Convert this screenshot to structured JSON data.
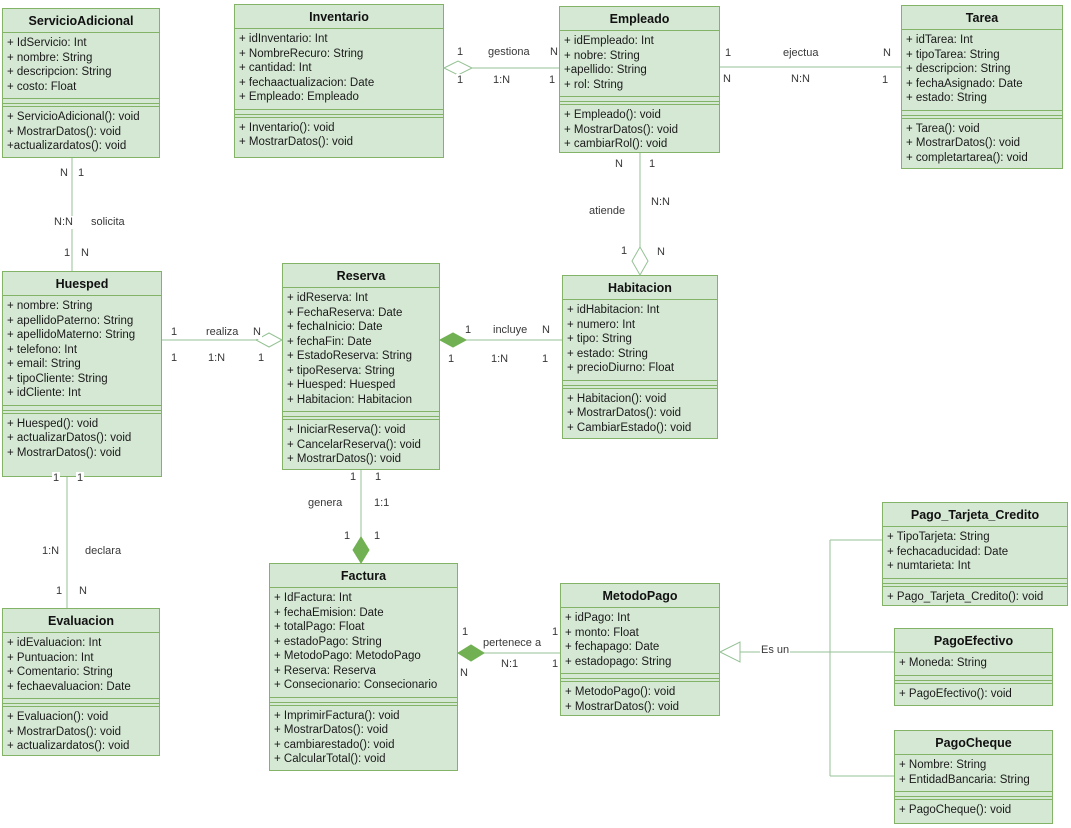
{
  "diagram_type": "uml-class-diagram",
  "colors": {
    "box_fill": "#d5e8d4",
    "box_stroke": "#82b366",
    "line": "#94c294",
    "composition_diamond_fill": "#71b153",
    "background": "#ffffff"
  },
  "classes": [
    {
      "name": "ServicioAdicional",
      "attributes": [
        "+ IdServicio: Int",
        "+ nombre: String",
        "+ descripcion: String",
        "+ costo: Float"
      ],
      "methods": [
        "+ ServicioAdicional(): void",
        "+ MostrarDatos(): void",
        "+actualizardatos(): void"
      ]
    },
    {
      "name": "Inventario",
      "attributes": [
        "+ idInventario: Int",
        "+ NombreRecuro: String",
        "+ cantidad: Int",
        "+ fechaactualizacion: Date",
        "+ Empleado: Empleado"
      ],
      "methods": [
        "+ Inventario(): void",
        "+ MostrarDatos(): void"
      ]
    },
    {
      "name": "Empleado",
      "attributes": [
        "+ idEmpleado: Int",
        "+ nobre: String",
        "+apellido: String",
        "+ rol: String"
      ],
      "methods": [
        "+ Empleado(): void",
        "+ MostrarDatos(): void",
        "+ cambiarRol(): void"
      ]
    },
    {
      "name": "Tarea",
      "attributes": [
        "+ idTarea: Int",
        "+ tipoTarea: String",
        "+ descripcion: String",
        "+ fechaAsignado: Date",
        "+ estado: String"
      ],
      "methods": [
        "+ Tarea(): void",
        "+ MostrarDatos(): void",
        "+ completartarea(): void"
      ]
    },
    {
      "name": "Huesped",
      "attributes": [
        "+ nombre: String",
        "+ apellidoPaterno: String",
        "+ apellidoMaterno: String",
        "+ telefono: Int",
        "+ email: String",
        "+ tipoCliente: String",
        "+ idCliente: Int"
      ],
      "methods": [
        "+ Huesped(): void",
        "+ actualizarDatos(): void",
        "+ MostrarDatos(): void"
      ]
    },
    {
      "name": "Reserva",
      "attributes": [
        "+ idReserva: Int",
        "+ FechaReserva: Date",
        "+ fechaInicio: Date",
        "+ fechaFin: Date",
        "+ EstadoReserva: String",
        "+ tipoReserva: String",
        "+ Huesped: Huesped",
        "+ Habitacion: Habitacion"
      ],
      "methods": [
        "+ IniciarReserva(): void",
        "+ CancelarReserva(): void",
        "+ MostrarDatos(): void"
      ]
    },
    {
      "name": "Habitacion",
      "attributes": [
        "+ idHabitacion: Int",
        "+ numero: Int",
        "+ tipo: String",
        "+ estado: String",
        "+ precioDiurno: Float"
      ],
      "methods": [
        "+ Habitacion(): void",
        "+ MostrarDatos(): void",
        "+ CambiarEstado(): void"
      ]
    },
    {
      "name": "Evaluacion",
      "attributes": [
        "+ idEvaluacion: Int",
        "+ Puntuacion: Int",
        "+ Comentario: String",
        "+ fechaevaluacion: Date"
      ],
      "methods": [
        "+ Evaluacion(): void",
        "+ MostrarDatos(): void",
        "+ actualizardatos(): void"
      ]
    },
    {
      "name": "Factura",
      "attributes": [
        "+ IdFactura: Int",
        "+ fechaEmision: Date",
        "+ totalPago: Float",
        "+ estadoPago: String",
        "+ MetodoPago: MetodoPago",
        "+ Reserva: Reserva",
        "+ Consecionario: Consecionario"
      ],
      "methods": [
        "+ ImprimirFactura(): void",
        "+ MostrarDatos(): void",
        "+ cambiarestado(): void",
        "+ CalcularTotal(): void"
      ]
    },
    {
      "name": "MetodoPago",
      "attributes": [
        "+ idPago: Int",
        "+ monto: Float",
        "+ fechapago: Date",
        "+ estadopago: String"
      ],
      "methods": [
        "+ MetodoPago(): void",
        "+ MostrarDatos(): void"
      ]
    },
    {
      "name": "Pago_Tarjeta_Credito",
      "attributes": [
        "+ TipoTarjeta: String",
        "+ fechacaducidad: Date",
        "+ numtarieta: Int"
      ],
      "methods": [
        "+ Pago_Tarjeta_Credito(): void"
      ]
    },
    {
      "name": "PagoEfectivo",
      "attributes": [
        "+ Moneda: String"
      ],
      "methods": [
        "+ PagoEfectivo(): void"
      ]
    },
    {
      "name": "PagoCheque",
      "attributes": [
        "+ Nombre: String",
        "+ EntidadBancaria: String"
      ],
      "methods": [
        "+ PagoCheque(): void"
      ]
    }
  ],
  "relationships": {
    "gestiona": {
      "label": "gestiona",
      "top_left": "1",
      "top_right": "N",
      "bottom_left": "1",
      "bottom_mid": "1:N",
      "bottom_right": "1"
    },
    "ejectua": {
      "label": "ejectua",
      "top_left": "1",
      "top_right": "N",
      "bottom_left": "N",
      "bottom_mid": "N:N",
      "bottom_right": "1"
    },
    "atiende": {
      "label": "atiende",
      "top_left": "N",
      "top_right": "1",
      "mid_right": "N:N",
      "bottom_left": "1",
      "bottom_right": "N"
    },
    "solicita": {
      "label": "solicita",
      "top_left": "N",
      "top_right": "1",
      "mid_left": "N:N",
      "bottom_left": "1",
      "bottom_right": "N"
    },
    "realiza": {
      "label": "realiza",
      "top_left": "1",
      "top_right": "N",
      "bottom_left": "1",
      "bottom_mid": "1:N",
      "bottom_right": "1"
    },
    "incluye": {
      "label": "incluye",
      "top_left": "1",
      "top_right": "N",
      "bottom_left": "1",
      "bottom_mid": "1:N",
      "bottom_right": "1"
    },
    "genera": {
      "label": "genera",
      "top_left": "1",
      "top_right": "1",
      "mid_right": "1:1",
      "bottom_left": "1",
      "bottom_right": "1"
    },
    "pertenece_a": {
      "label": "pertenece a",
      "top_left": "1",
      "top_right": "1",
      "bottom_left": "N",
      "bottom_mid": "N:1",
      "bottom_right": "1"
    },
    "es_un": {
      "label": "Es un"
    },
    "declara": {
      "label": "declara",
      "top_left": "1",
      "top_right": "1",
      "mid_left": "1:N",
      "bottom_left": "1",
      "bottom_right": "N"
    }
  }
}
